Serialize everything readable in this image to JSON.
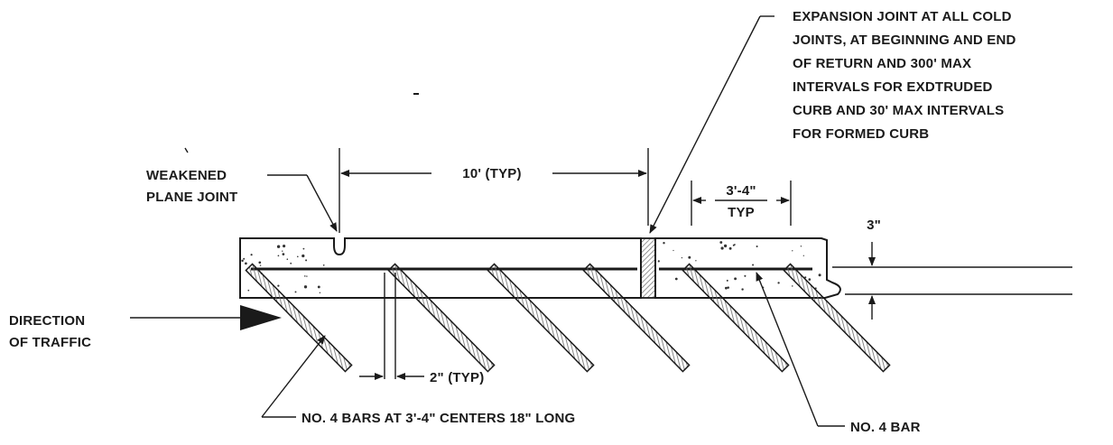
{
  "labels": {
    "expansion_joint": [
      "EXPANSION JOINT AT ALL COLD",
      "JOINTS, AT BEGINNING AND END",
      "OF RETURN AND 300' MAX",
      "INTERVALS FOR EXDTRUDED",
      "CURB AND 30' MAX INTERVALS",
      "FOR FORMED CURB"
    ],
    "weakened_joint": [
      "WEAKENED",
      "PLANE JOINT"
    ],
    "spacing_10ft": "10' (TYP)",
    "spacing_bars": "3'-4\"",
    "spacing_bars_typ": "TYP",
    "depth": "3\"",
    "direction": [
      "DIRECTION",
      "OF TRAFFIC"
    ],
    "offset": "2\" (TYP)",
    "bars_note": "NO. 4 BARS AT 3'-4\" CENTERS 18\" LONG",
    "bar_note": "NO. 4 BAR"
  },
  "colors": {
    "ink": "#1a1a1a",
    "hatch": "#6a6a6a",
    "background": "#ffffff"
  }
}
